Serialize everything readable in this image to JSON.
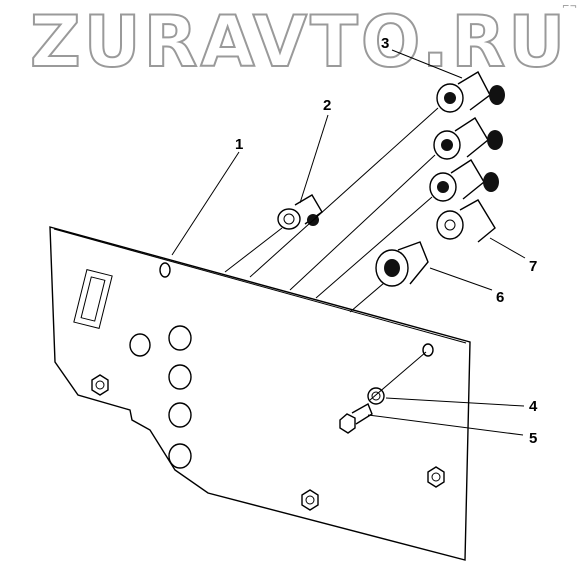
{
  "watermark": {
    "text": "ZURAVTO.RU",
    "corner": "⌐¬"
  },
  "callouts": [
    {
      "id": "1",
      "label": "1"
    },
    {
      "id": "2",
      "label": "2"
    },
    {
      "id": "3",
      "label": "3"
    },
    {
      "id": "4",
      "label": "4"
    },
    {
      "id": "5",
      "label": "5"
    },
    {
      "id": "6",
      "label": "6"
    },
    {
      "id": "7",
      "label": "7"
    }
  ]
}
